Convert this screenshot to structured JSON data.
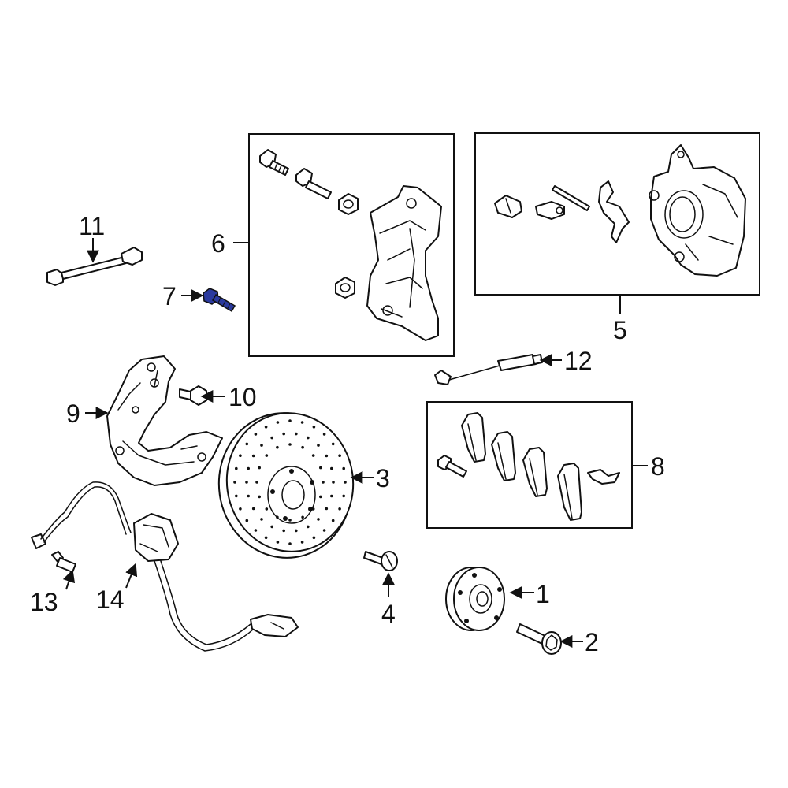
{
  "diagram": {
    "callouts": [
      {
        "id": "1",
        "text": "1"
      },
      {
        "id": "2",
        "text": "2"
      },
      {
        "id": "3",
        "text": "3"
      },
      {
        "id": "4",
        "text": "4"
      },
      {
        "id": "5",
        "text": "5"
      },
      {
        "id": "6",
        "text": "6"
      },
      {
        "id": "7",
        "text": "7"
      },
      {
        "id": "8",
        "text": "8"
      },
      {
        "id": "9",
        "text": "9"
      },
      {
        "id": "10",
        "text": "10"
      },
      {
        "id": "11",
        "text": "11"
      },
      {
        "id": "12",
        "text": "12"
      },
      {
        "id": "13",
        "text": "13"
      },
      {
        "id": "14",
        "text": "14"
      }
    ],
    "highlight_color": "#2b3a9e",
    "line_color": "#111111"
  }
}
